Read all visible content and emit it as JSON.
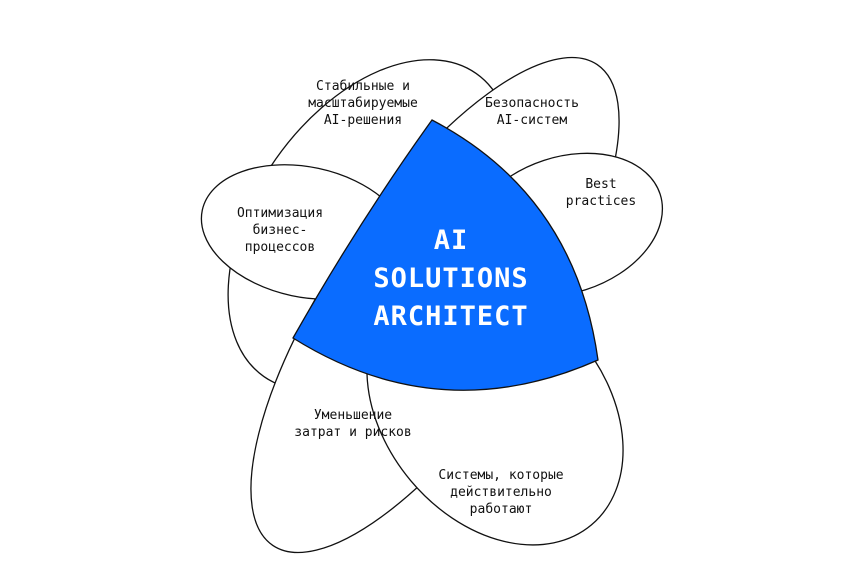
{
  "center": {
    "title": "AI\nSOLUTIONS\nARCHITECT",
    "color": "#0a6cff"
  },
  "petals": [
    {
      "label": "Стабильные и\nмасштабируемые\nAI-решения"
    },
    {
      "label": "Безопасность\nAI-систем"
    },
    {
      "label": "Best\npractices"
    },
    {
      "label": "Оптимизация\nбизнес-\nпроцессов"
    },
    {
      "label": "Уменьшение\nзатрат и рисков"
    },
    {
      "label": "Системы, которые\nдействительно\nработают"
    }
  ]
}
